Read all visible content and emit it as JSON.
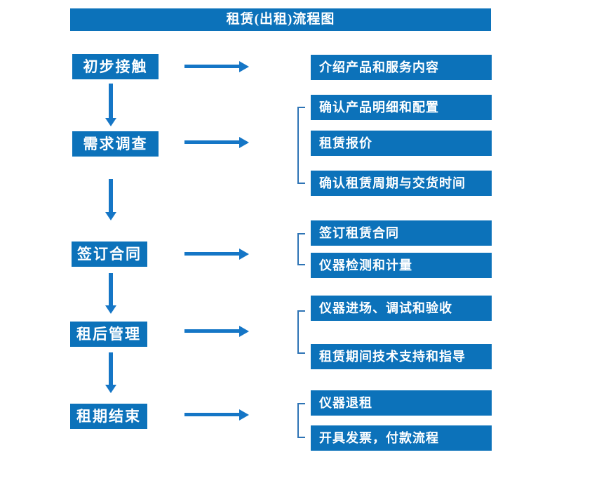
{
  "title": "租赁(出租)流程图",
  "colors": {
    "page-bg": "#FFFFFF",
    "box-blue": "#0C72BA",
    "arrow-blue": "#1576C6",
    "bracket-blue": "#2E74B5",
    "text-white": "#FFFFFF"
  },
  "flow": {
    "stages": [
      {
        "label": "初步接触",
        "details": [
          "介绍产品和服务内容"
        ]
      },
      {
        "label": "需求调查",
        "details": [
          "确认产品明细和配置",
          "租赁报价",
          "确认租赁周期与交货时间"
        ]
      },
      {
        "label": "签订合同",
        "details": [
          "签订租赁合同",
          "仪器检测和计量"
        ]
      },
      {
        "label": "租后管理",
        "details": [
          "仪器进场、调试和验收",
          "租赁期间技术支持和指导"
        ]
      },
      {
        "label": "租期结束",
        "details": [
          "仪器退租",
          "开具发票，付款流程"
        ]
      }
    ]
  }
}
